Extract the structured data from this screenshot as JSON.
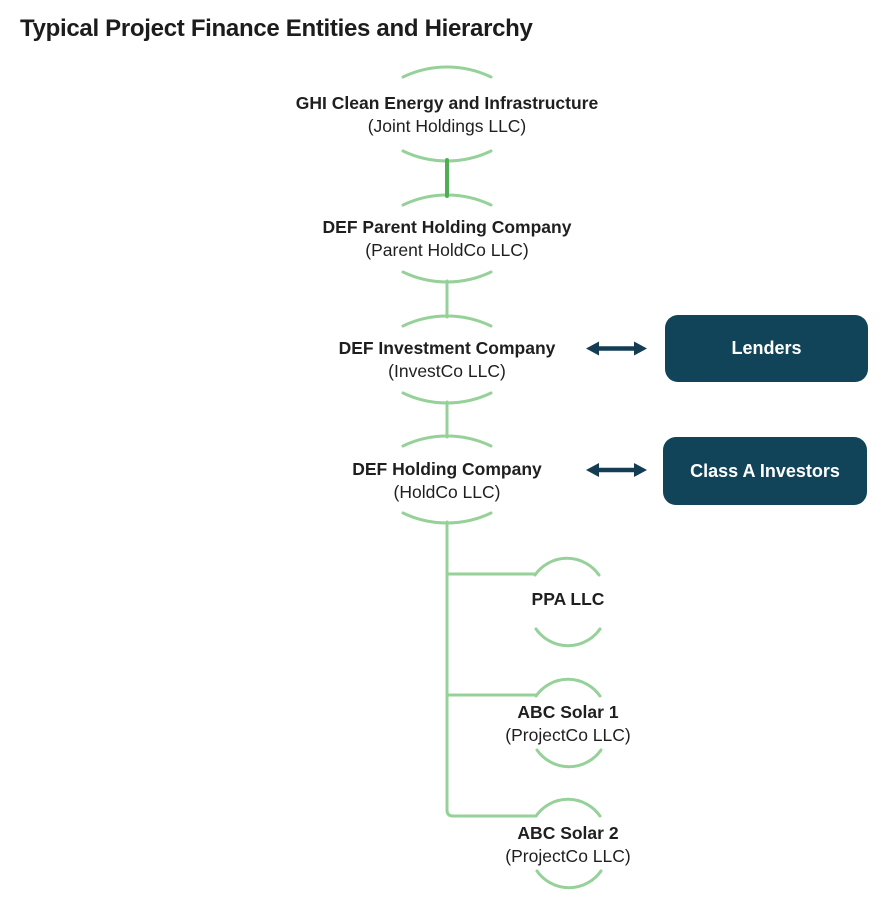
{
  "title": "Typical Project Finance Entities and Hierarchy",
  "nodes": [
    {
      "id": "ghi",
      "name": "GHI Clean Energy and Infrastructure",
      "subtitle": "(Joint Holdings LLC)"
    },
    {
      "id": "def-parent",
      "name": "DEF Parent Holding Company",
      "subtitle": "(Parent HoldCo LLC)"
    },
    {
      "id": "def-investment",
      "name": "DEF Investment Company",
      "subtitle": "(InvestCo LLC)"
    },
    {
      "id": "def-holding",
      "name": "DEF Holding Company",
      "subtitle": "(HoldCo LLC)"
    },
    {
      "id": "ppa",
      "name": "PPA LLC"
    },
    {
      "id": "abc-solar-1",
      "name": "ABC Solar 1",
      "subtitle": "(ProjectCo LLC)"
    },
    {
      "id": "abc-solar-2",
      "name": "ABC Solar 2",
      "subtitle": "(ProjectCo LLC)"
    }
  ],
  "side_boxes": [
    {
      "id": "lenders",
      "label": "Lenders",
      "linked_node": "DEF Investment Company",
      "link_type": "two-way-arrow"
    },
    {
      "id": "class-a-investors",
      "label": "Class A Investors",
      "linked_node": "DEF Holding Company",
      "link_type": "two-way-arrow"
    }
  ],
  "structure": {
    "ownership_chain": [
      "GHI Clean Energy and Infrastructure",
      "DEF Parent Holding Company",
      "DEF Investment Company",
      "DEF Holding Company"
    ],
    "children_of_def_holding": [
      "PPA LLC",
      "ABC Solar 1",
      "ABC Solar 2"
    ]
  },
  "colors": {
    "light_green_line": "#97d19a",
    "dark_green_line": "#4fae53",
    "navy_box": "#114459",
    "arrow_navy": "#143d54",
    "text": "#1f1f1f",
    "box_text": "#ffffff",
    "background": "#ffffff"
  }
}
